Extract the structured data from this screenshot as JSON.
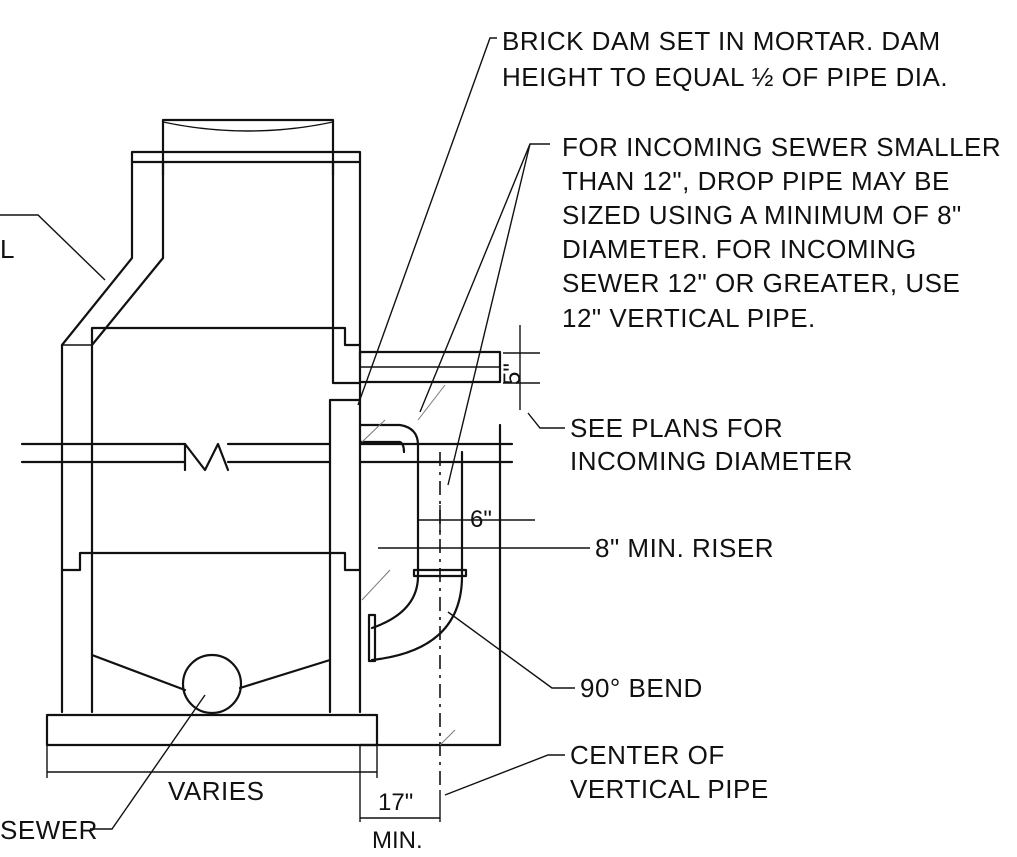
{
  "notes": {
    "brick_dam": [
      "BRICK DAM SET IN MORTAR. DAM",
      "HEIGHT TO EQUAL ½ OF PIPE DIA."
    ],
    "drop_pipe": [
      "FOR INCOMING SEWER SMALLER",
      "THAN 12\", DROP PIPE MAY BE",
      "SIZED USING A MINIMUM OF 8\"",
      "DIAMETER.  FOR INCOMING",
      "SEWER 12\" OR GREATER, USE",
      "12\" VERTICAL PIPE."
    ],
    "see_plans": [
      "SEE PLANS FOR",
      "INCOMING DIAMETER"
    ],
    "riser": "8\" MIN. RISER",
    "bend": "90° BEND",
    "center": [
      "CENTER OF",
      "VERTICAL PIPE"
    ],
    "left_partial": "L",
    "sewer": "SEWER",
    "varies": "VARIES"
  },
  "dimensions": {
    "five_in": "5\"",
    "six_in": "6\"",
    "seventeen_in": "17\"",
    "min": "MIN."
  }
}
